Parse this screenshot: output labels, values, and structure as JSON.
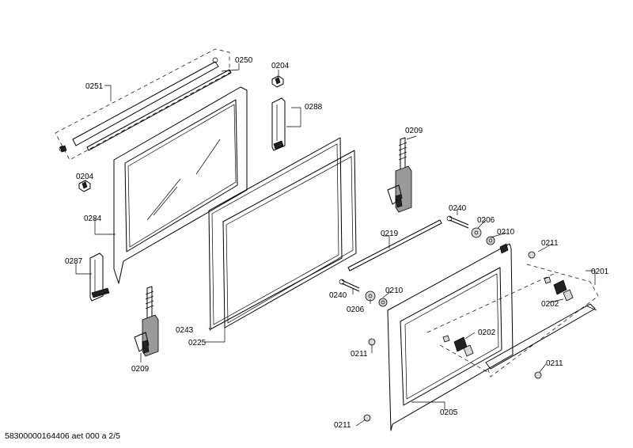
{
  "footer": {
    "drawing_id": "58300000164406 aet 000 a 2/5"
  },
  "labels": {
    "l0250": "0250",
    "l0251": "0251",
    "l0204a": "0204",
    "l0204b": "0204",
    "l0288": "0288",
    "l0284": "0284",
    "l0287": "0287",
    "l0209a": "0209",
    "l0209b": "0209",
    "l0243": "0243",
    "l0225": "0225",
    "l0219": "0219",
    "l0240a": "0240",
    "l0240b": "0240",
    "l0206a": "0206",
    "l0206b": "0206",
    "l0210a": "0210",
    "l0210b": "0210",
    "l0211a": "0211",
    "l0211b": "0211",
    "l0211c": "0211",
    "l0211d": "0211",
    "l0201": "0201",
    "l0202a": "0202",
    "l0202b": "0202",
    "l0205": "0205"
  }
}
